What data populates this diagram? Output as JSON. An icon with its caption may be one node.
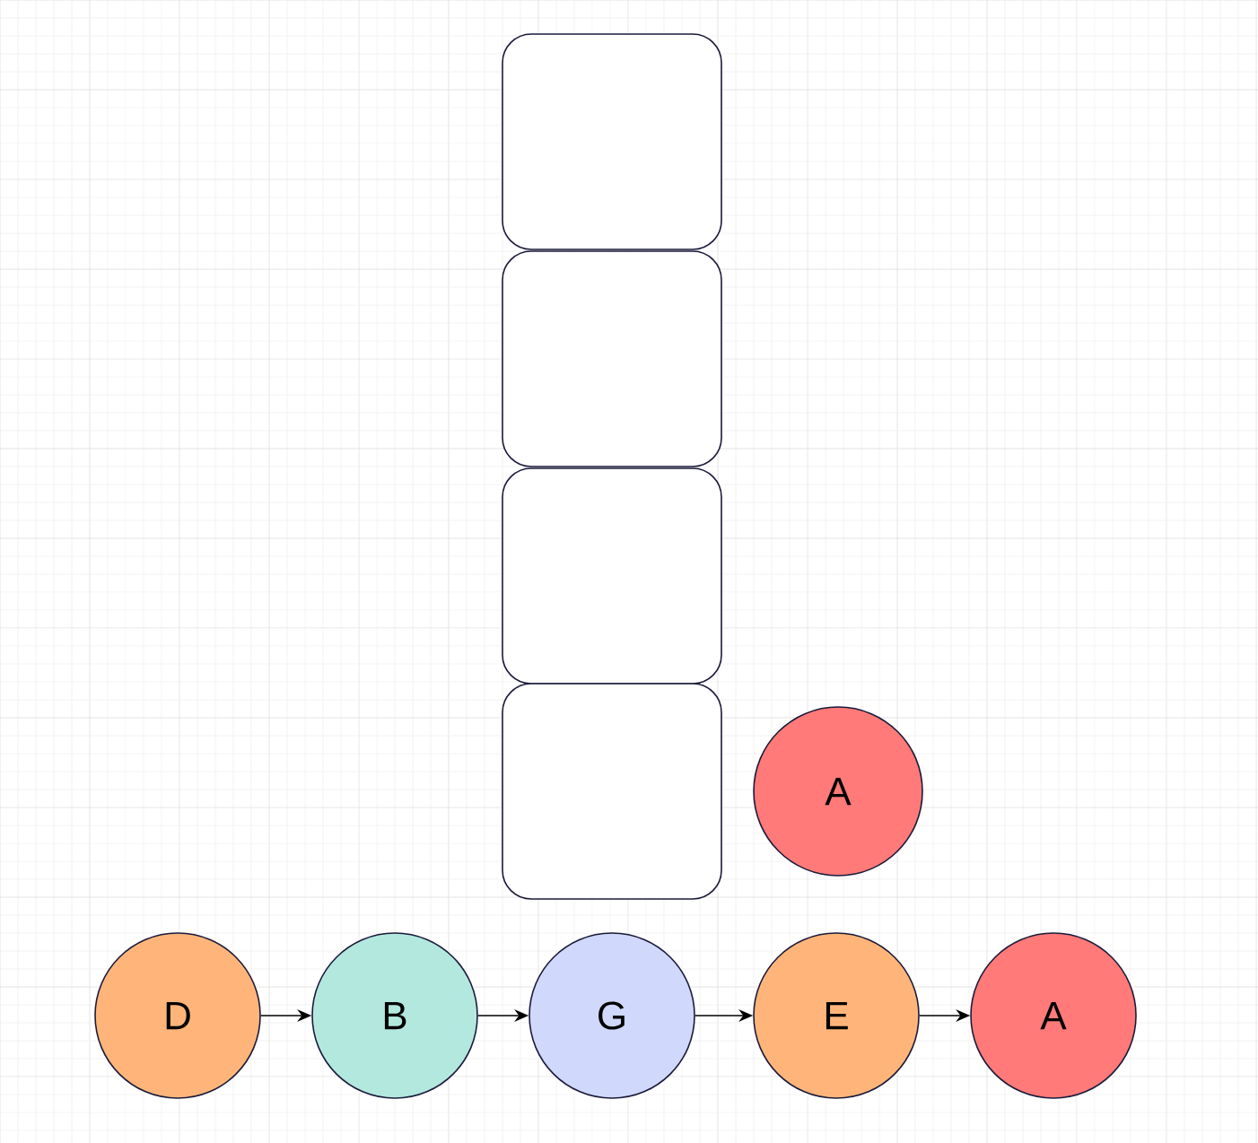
{
  "diagram": {
    "nodes": [
      {
        "text": [],
        "shape": "box"
      },
      {
        "text": [],
        "shape": "box"
      },
      {
        "text": [],
        "shape": "box"
      },
      {
        "text": [],
        "shape": "box"
      },
      {
        "text": [
          "A"
        ]
      },
      {
        "text": [
          "D"
        ]
      },
      {
        "text": [
          "B"
        ]
      },
      {
        "text": [
          "G"
        ]
      },
      {
        "text": [
          "E"
        ]
      },
      {
        "text": [
          "A"
        ]
      }
    ],
    "edges": [
      {
        "from": 5,
        "to": 6,
        "arrow": "to"
      },
      {
        "from": 6,
        "to": 7,
        "arrow": "to"
      },
      {
        "from": 7,
        "to": 8,
        "arrow": "to"
      },
      {
        "from": 8,
        "to": 9,
        "arrow": "to"
      }
    ]
  }
}
